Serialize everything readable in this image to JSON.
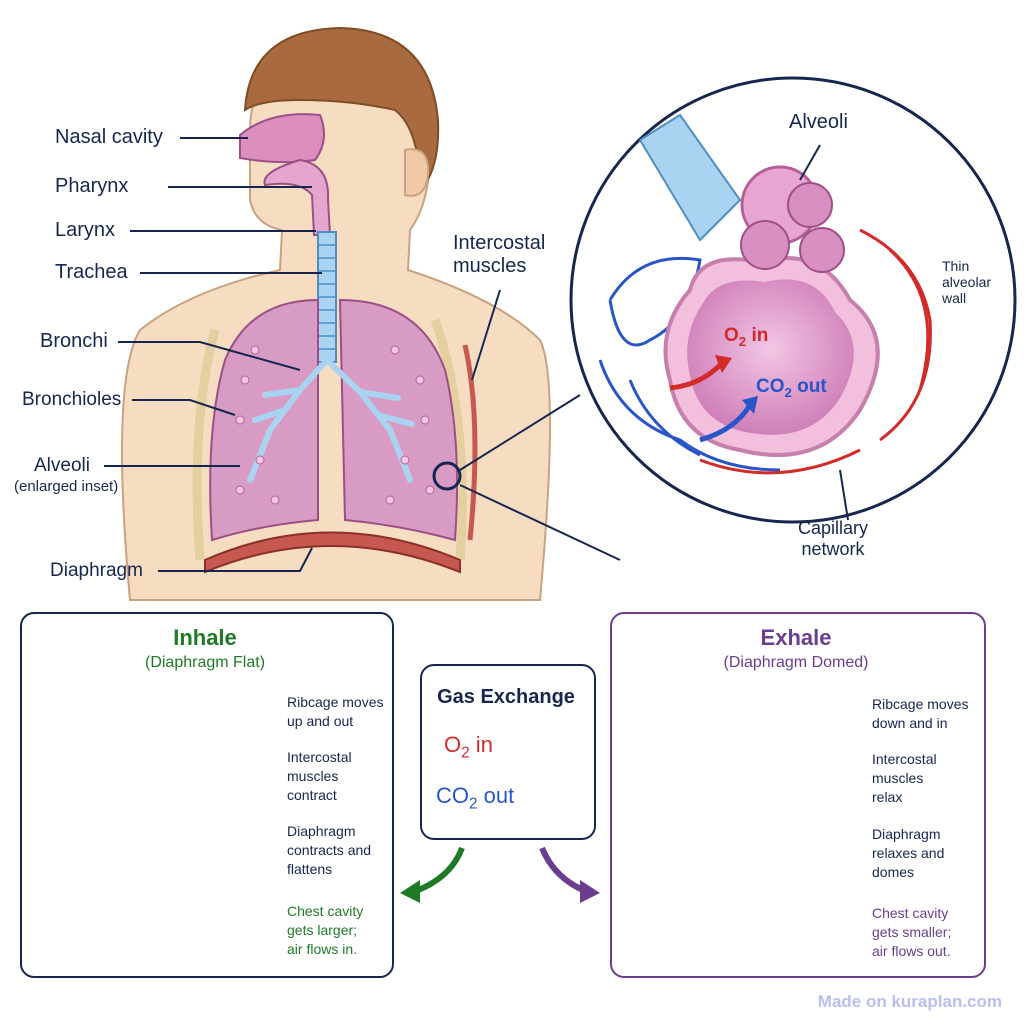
{
  "colors": {
    "navy": "#16264f",
    "inhale_green": "#1f7a26",
    "exhale_purple": "#6b3d8f",
    "oxygen_red": "#d32a2a",
    "co2_blue": "#2a55c8",
    "lung_pink": "#d89bc4",
    "skin": "#f6dcc0",
    "hair": "#a86a3e",
    "footer": "#b9bff0"
  },
  "anatomy_labels": {
    "nasal_cavity": "Nasal cavity",
    "pharynx": "Pharynx",
    "larynx": "Larynx",
    "trachea": "Trachea",
    "bronchi": "Bronchi",
    "bronchioles": "Bronchioles",
    "alveoli": "Alveoli",
    "alveoli_note": "(enlarged inset)",
    "diaphragm": "Diaphragm",
    "intercostal": "Intercostal\nmuscles"
  },
  "inset": {
    "alveoli": "Alveoli",
    "thin_wall": "Thin\nalveolar\nwall",
    "capillary": "Capillary\nnetwork",
    "o2_base": "O",
    "o2_sub": "2",
    "o2_suffix": " in",
    "co2_base": "CO",
    "co2_sub": "2",
    "co2_suffix": " out"
  },
  "inhale": {
    "title": "Inhale",
    "subtitle": "(Diaphragm Flat)",
    "steps": [
      "Ribcage moves\nup and out",
      "Intercostal\nmuscles\ncontract",
      "Diaphragm\ncontracts and\nflattens"
    ],
    "note": "Chest cavity\ngets larger;\nair flows in."
  },
  "exhale": {
    "title": "Exhale",
    "subtitle": "(Diaphragm Domed)",
    "steps": [
      "Ribcage moves\ndown and in",
      "Intercostal\nmuscles\nrelax",
      "Diaphragm\nrelaxes and\ndomes"
    ],
    "note": "Chest cavity\ngets smaller;\nair flows out."
  },
  "gas_exchange": {
    "title": "Gas Exchange",
    "o2_base": "O",
    "o2_sub": "2",
    "o2_suffix": " in",
    "co2_base": "CO",
    "co2_sub": "2",
    "co2_suffix": " out"
  },
  "footer": "Made on kuraplan.com"
}
